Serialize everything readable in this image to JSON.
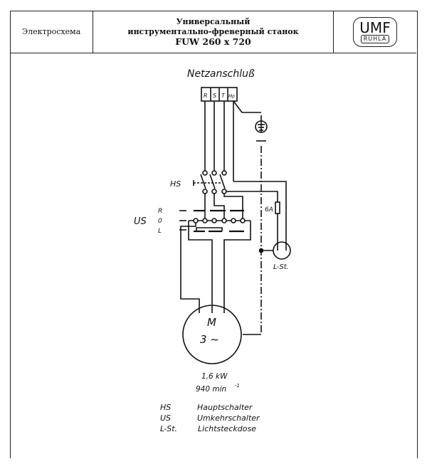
{
  "header": {
    "doc_type": "Электросхема",
    "title_line1": "Универсальный",
    "title_line2": "инструментально-фреверный станок",
    "model": "FUW 260 x 720",
    "logo_top": "UMF",
    "logo_bottom": "RUHLA"
  },
  "diagram": {
    "title": "Netzanschluß",
    "terminals": [
      "R",
      "S",
      "T",
      "Mp"
    ],
    "main_switch_label": "HS",
    "reversing_switch_label": "US",
    "switch_positions": [
      "R",
      "0",
      "L"
    ],
    "fuse_label": "6A",
    "socket_label": "L-St.",
    "motor_label": "M",
    "motor_phase": "3 ~",
    "motor_power": "1,6 kW",
    "motor_speed": "940 min",
    "motor_speed_exp": "-1"
  },
  "legend": [
    {
      "abbr": "HS",
      "desc": "Hauptschalter"
    },
    {
      "abbr": "US",
      "desc": "Umkehrschalter"
    },
    {
      "abbr": "L-St.",
      "desc": "Lichtsteckdose"
    }
  ]
}
